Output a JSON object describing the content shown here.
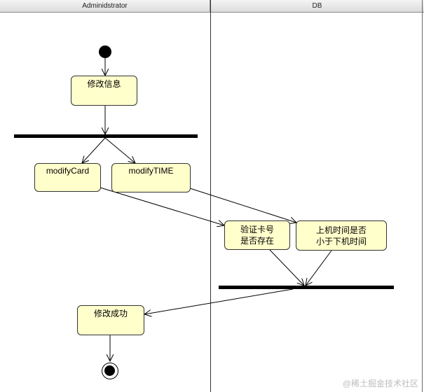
{
  "lanes": [
    {
      "id": "admin",
      "label": "Adminidstrator"
    },
    {
      "id": "db",
      "label": "DB"
    }
  ],
  "nodes": {
    "modify_info": "修改信息",
    "modify_card": "modifyCard",
    "modify_time": "modifyTIME",
    "verify_card": "验证卡号\n是否存在",
    "check_time": "上机时间是否\n小于下机时间",
    "modify_success": "修改成功"
  },
  "watermark": "@稀土掘金技术社区"
}
